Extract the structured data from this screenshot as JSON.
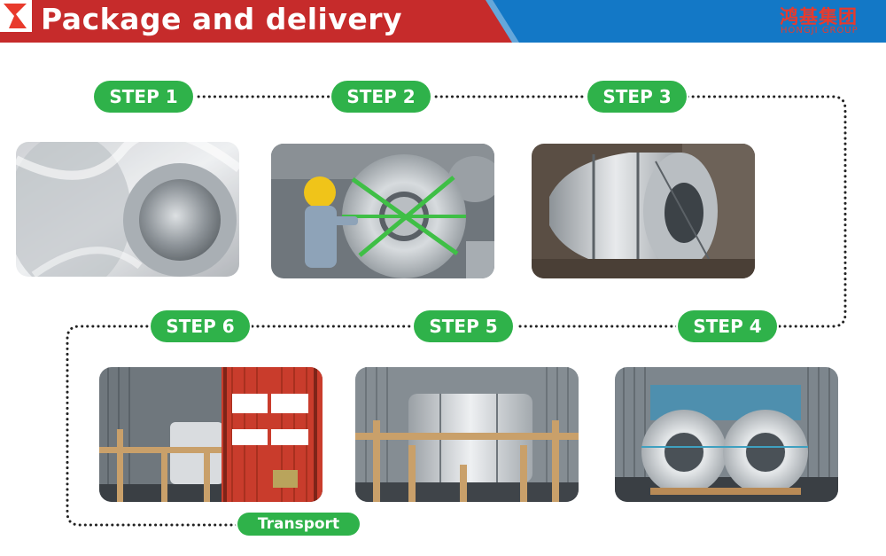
{
  "header": {
    "title": "Package and delivery",
    "logo_text_cn": "鸿基集团",
    "logo_text_en": "HONGJI GROUP",
    "colors": {
      "red": "#c62b2b",
      "blue": "#1378c6"
    }
  },
  "steps": [
    {
      "label": "STEP 1",
      "photo": "coil wrapped in plastic film"
    },
    {
      "label": "STEP 2",
      "photo": "worker strapping coil"
    },
    {
      "label": "STEP 3",
      "photo": "coil with metal bands"
    },
    {
      "label": "STEP 4",
      "photo": "two coils in container"
    },
    {
      "label": "STEP 5",
      "photo": "coil secured with wooden frame"
    },
    {
      "label": "STEP 6",
      "photo": "loaded container with doors open"
    }
  ],
  "transport_label": "Transport",
  "accent_color": "#2fb24a"
}
